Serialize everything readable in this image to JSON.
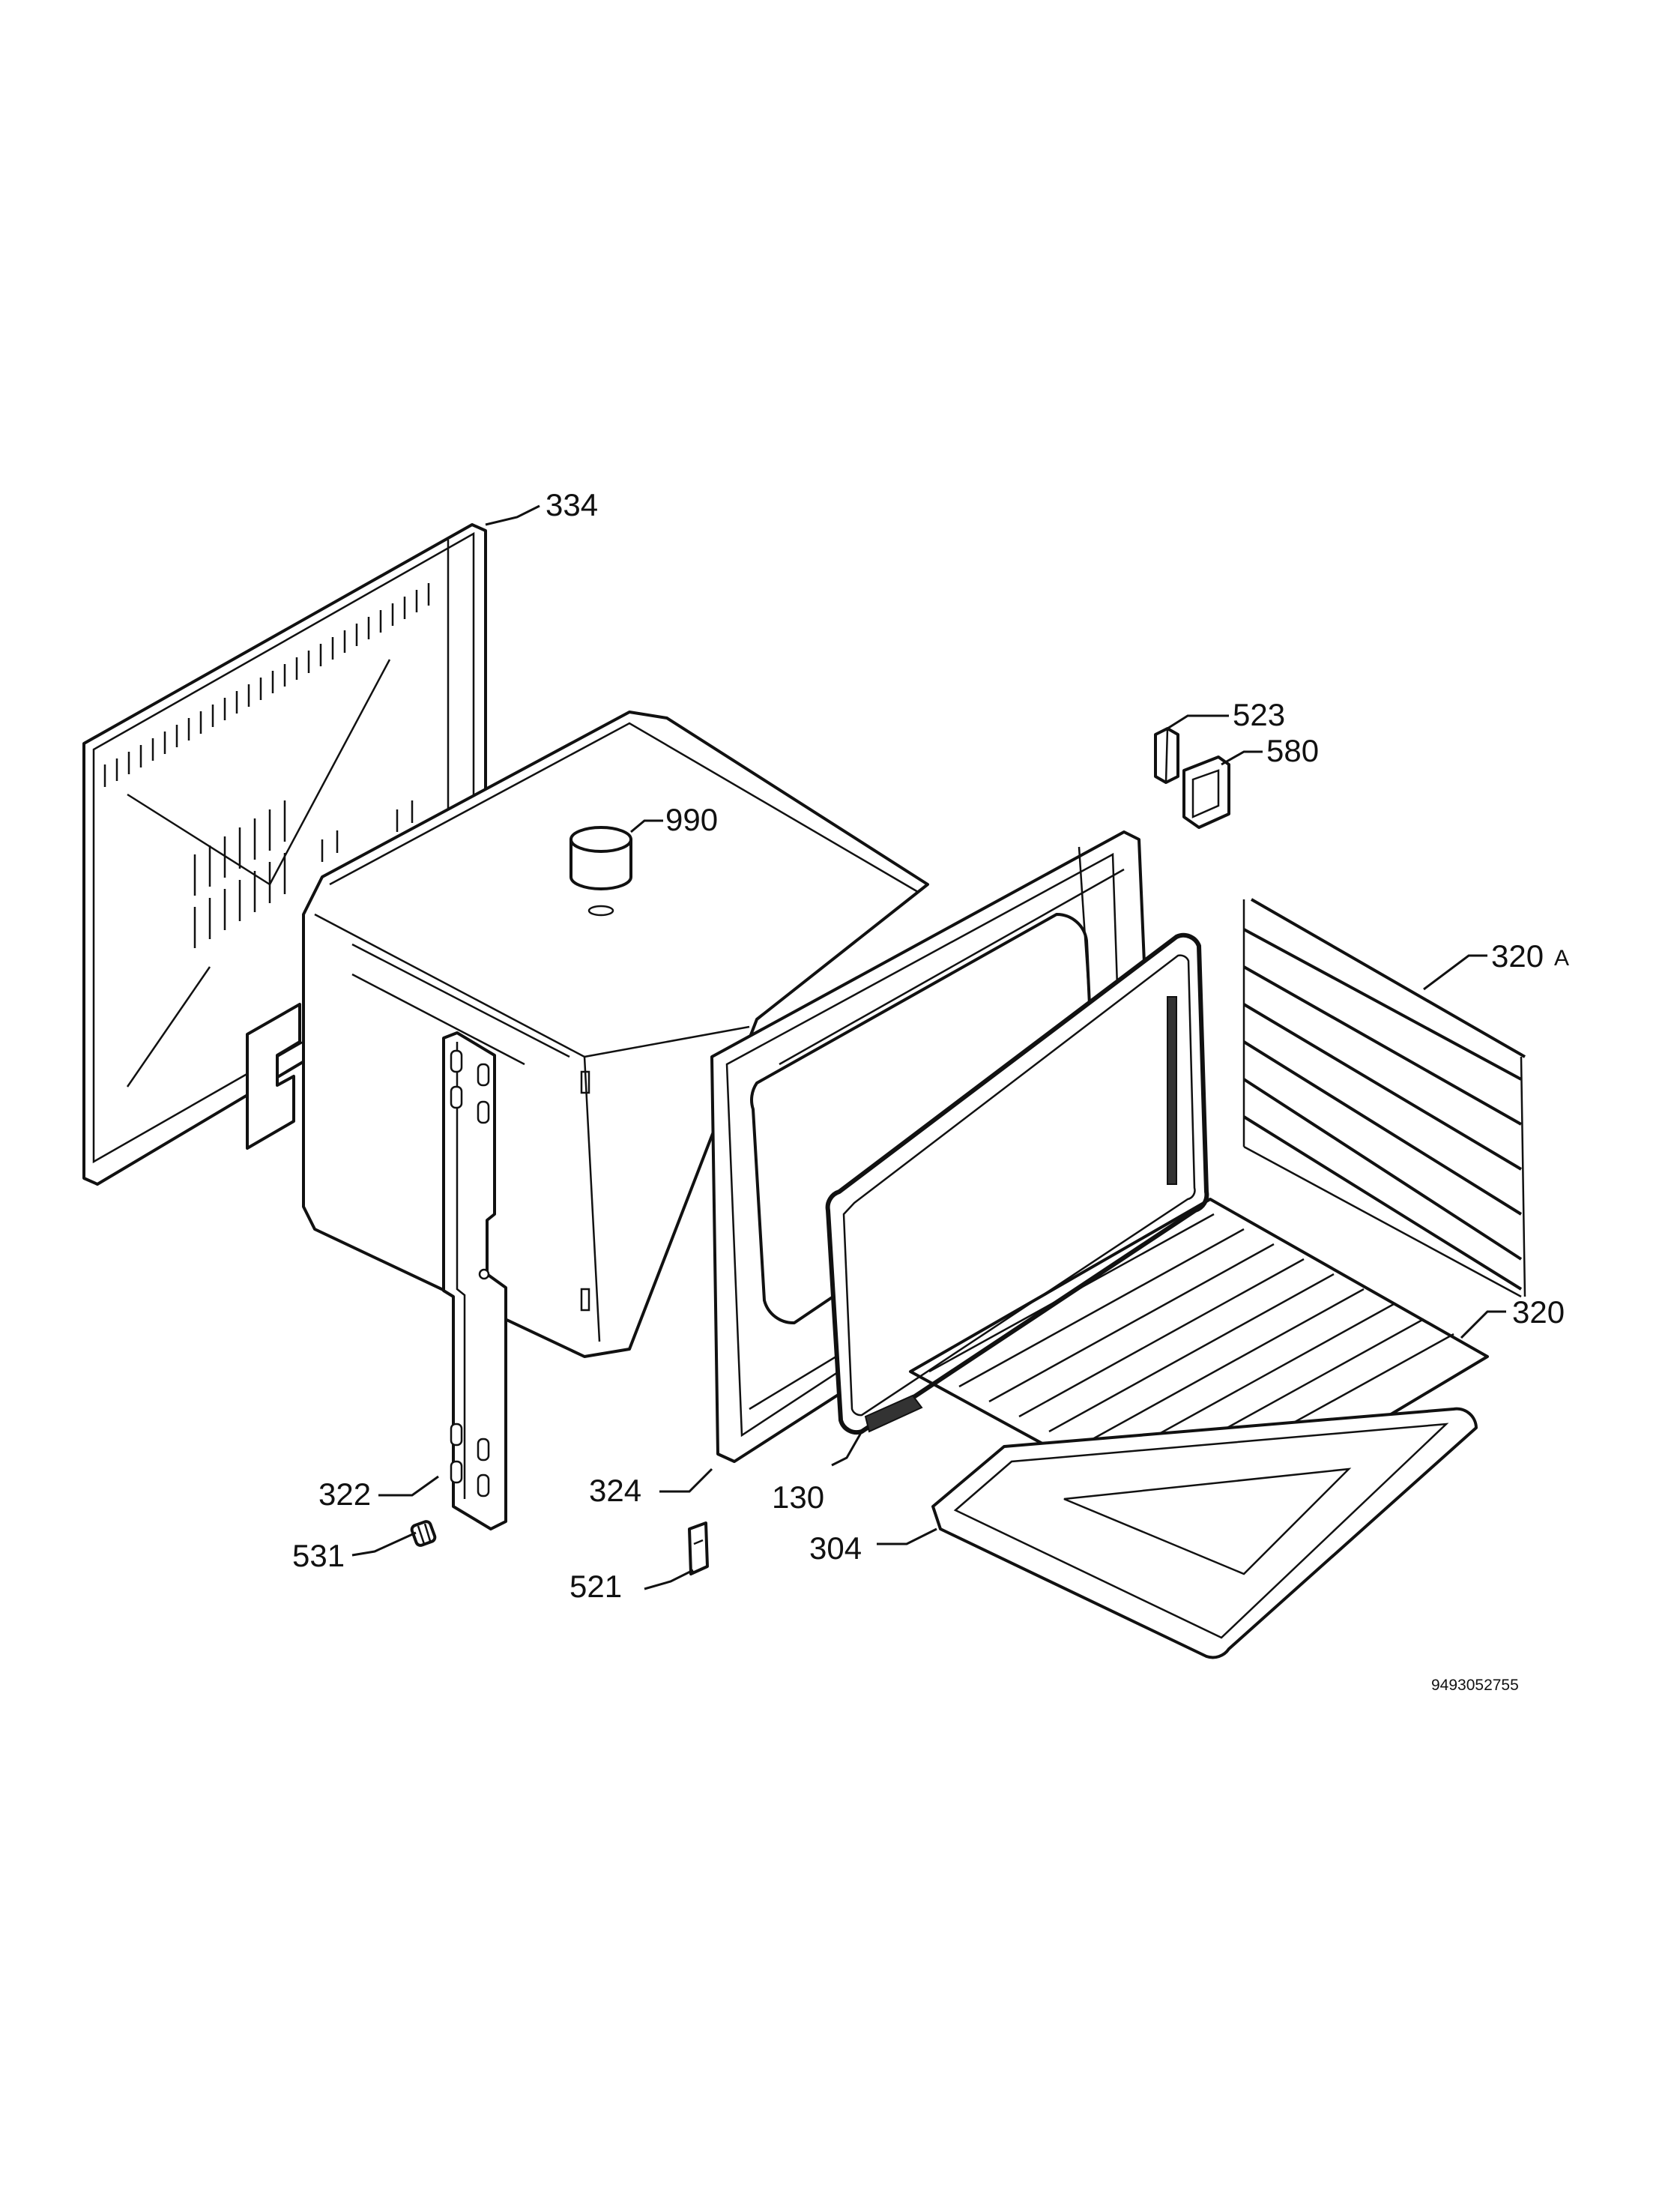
{
  "labels": {
    "p334": "334",
    "p990": "990",
    "p523": "523",
    "p580": "580",
    "p320a": "320",
    "p320a_suffix": "A",
    "p320": "320",
    "p322": "322",
    "p324": "324",
    "p130": "130",
    "p304": "304",
    "p531": "531",
    "p521": "521"
  },
  "document_number": "9493052755"
}
